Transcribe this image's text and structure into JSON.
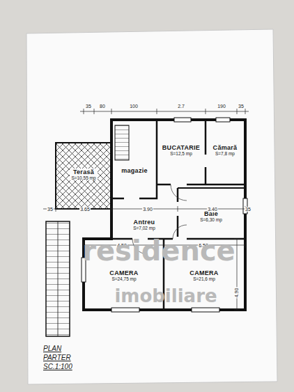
{
  "diagram": {
    "title": "PLAN PARTER SC.1:100",
    "nodes": [
      {
        "text": [
          "Terasă",
          "S=10,55 mp"
        ]
      },
      {
        "text": [
          "magazie"
        ]
      },
      {
        "text": [
          "BUCATARIE",
          "S=12,5 mp"
        ]
      },
      {
        "text": [
          "Cămară",
          "S=7,8 mp"
        ]
      },
      {
        "text": [
          "Antreu",
          "S=7,02 mp"
        ]
      },
      {
        "text": [
          "Baie",
          "S=6,30 mp"
        ]
      },
      {
        "text": [
          "CAMERA",
          "S=24,75 mp"
        ]
      },
      {
        "text": [
          "CAMERA",
          "S=21,6 mp"
        ]
      }
    ],
    "labels": [
      "35",
      "80",
      "100",
      "2.7",
      "190",
      "35",
      "35",
      "3.65",
      "3.90",
      "3.40",
      "35",
      "4.50",
      "6.50",
      "4.90",
      "residence",
      "imobiliare"
    ]
  }
}
